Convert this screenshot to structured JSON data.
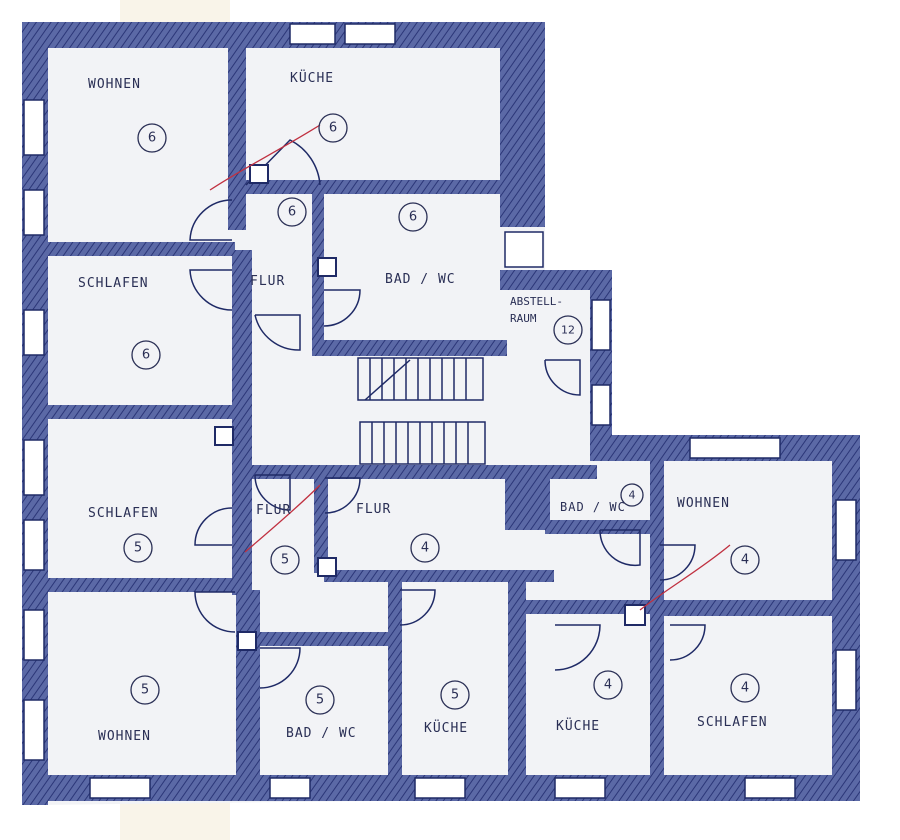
{
  "rooms": [
    {
      "label": "WOHNEN",
      "number": "6"
    },
    {
      "label": "KÜCHE",
      "number": "6"
    },
    {
      "label": "",
      "number": "6"
    },
    {
      "label": "BAD / WC",
      "number": "6"
    },
    {
      "label": "SCHLAFEN",
      "number": "6"
    },
    {
      "label": "FLUR",
      "number": ""
    },
    {
      "label": "ABSTELL-",
      "number": ""
    },
    {
      "label": "RAUM",
      "number": "12"
    },
    {
      "label": "SCHLAFEN",
      "number": "5"
    },
    {
      "label": "FLUR",
      "number": "5"
    },
    {
      "label": "FLUR",
      "number": "4"
    },
    {
      "label": "BAD / WC",
      "number": "4"
    },
    {
      "label": "WOHNEN",
      "number": "4"
    },
    {
      "label": "WOHNEN",
      "number": "5"
    },
    {
      "label": "BAD / WC",
      "number": "5"
    },
    {
      "label": "KÜCHE",
      "number": "5"
    },
    {
      "label": "KÜCHE",
      "number": "4"
    },
    {
      "label": "SCHLAFEN",
      "number": "4"
    }
  ],
  "colors": {
    "wall": "#4f5d9a",
    "ink": "#2a2f55",
    "paper": "#f2f3f6",
    "red_mark": "#c03040"
  }
}
